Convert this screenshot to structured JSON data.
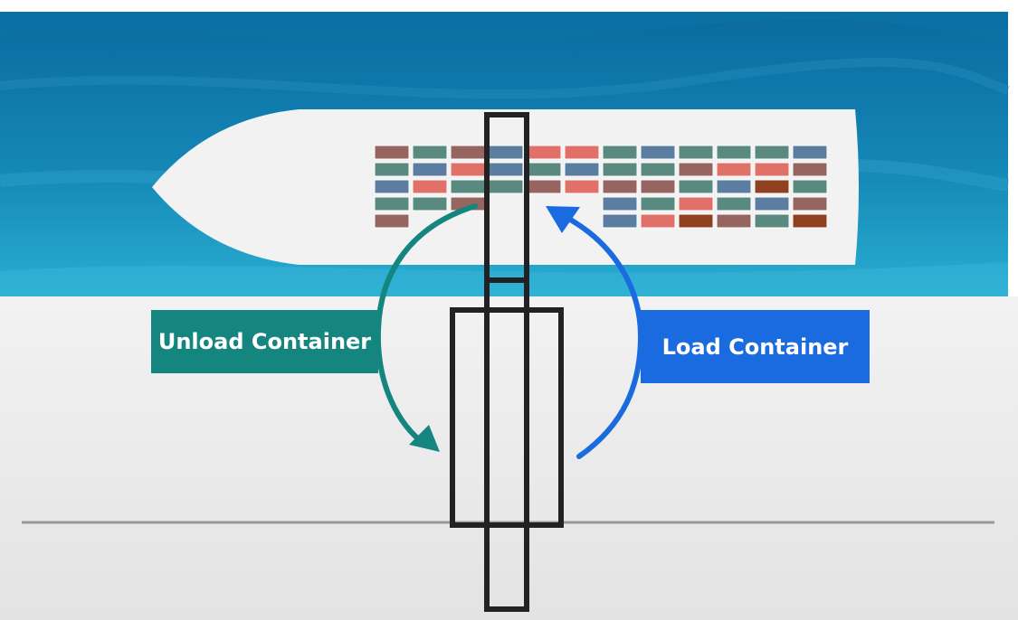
{
  "labels": {
    "unload": "Unload Container",
    "load": "Load Container"
  },
  "colors": {
    "sea_dark": "#0a6aa0",
    "sea_mid": "#1487b6",
    "sea_light": "#2aaed2",
    "hull": "#f2f2f2",
    "ground": "#e6e6e6",
    "ground_line": "#999999",
    "crane": "#222222",
    "unload_accent": "#14857f",
    "load_accent": "#1a6be0"
  },
  "container_palette": {
    "M": "#976560",
    "T": "#5a8a7f",
    "B": "#5b7ea0",
    "S": "#e07068",
    "R": "#8f4020",
    "E": ""
  },
  "container_rows": [
    [
      "M",
      "T",
      "M",
      "B",
      "S",
      "S",
      "T",
      "B",
      "T",
      "T",
      "T",
      "B"
    ],
    [
      "T",
      "B",
      "S",
      "B",
      "T",
      "B",
      "T",
      "T",
      "M",
      "S",
      "S",
      "M"
    ],
    [
      "B",
      "S",
      "T",
      "T",
      "M",
      "S",
      "M",
      "M",
      "T",
      "B",
      "R",
      "T"
    ],
    [
      "T",
      "T",
      "M",
      "E",
      "E",
      "E",
      "B",
      "T",
      "S",
      "T",
      "B",
      "M"
    ],
    [
      "M",
      "E",
      "E",
      "E",
      "E",
      "E",
      "B",
      "S",
      "R",
      "M",
      "T",
      "R"
    ]
  ],
  "icons": {
    "unload_arrow": "curved-arrow-down-left-icon",
    "load_arrow": "curved-arrow-up-right-icon"
  }
}
